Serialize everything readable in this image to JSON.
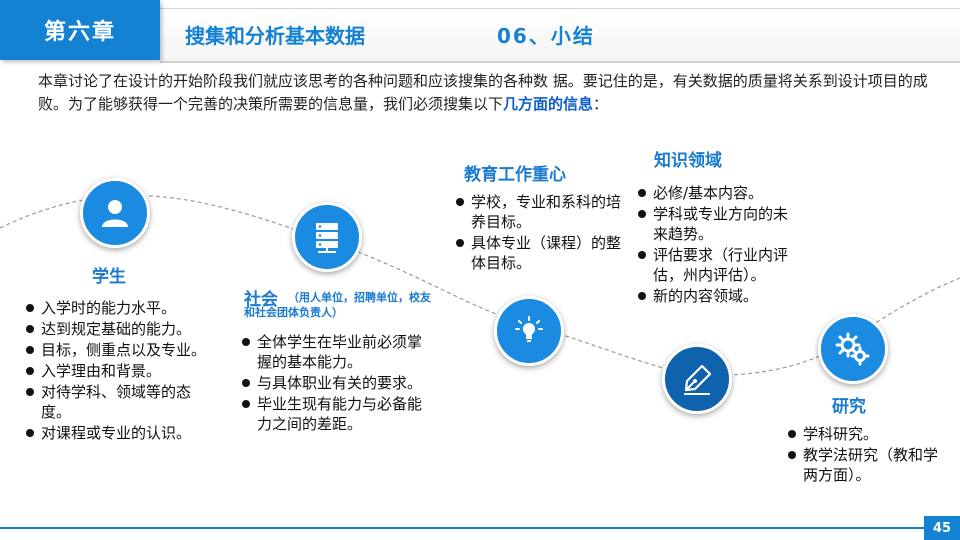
{
  "header": {
    "chapter": "第六章",
    "title": "搜集和分析基本数据",
    "section": "06、小结"
  },
  "intro": {
    "text": "本章讨论了在设计的开始阶段我们就应该思考的各种问题和应该搜集的各种数 据。要记住的是，有关数据的质量将关系到设计项目的成败。为了能够获得一个完善的决策所需要的信息量，我们必须搜集以下",
    "highlight": "几方面的信息",
    "end": "："
  },
  "sections": {
    "student": {
      "icon": "person-icon",
      "title": "学生",
      "items": [
        "入学时的能力水平。",
        "达到规定基础的能力。",
        "目标，侧重点以及专业。",
        "入学理由和背景。",
        "对待学科、领域等的态度。",
        "对课程或专业的认识。"
      ]
    },
    "society": {
      "icon": "server-icon",
      "title": "社会",
      "note": "（用人单位，招聘单位，校友和社会团体负责人）",
      "items": [
        " 全体学生在毕业前必须掌握的基本能力。",
        "与具体职业有关的要求。",
        "毕业生现有能力与必备能力之间的差距。"
      ]
    },
    "education": {
      "icon": "lightbulb-icon",
      "title": "教育工作重心",
      "items": [
        "学校，专业和系科的培养目标。",
        "具体专业（课程）的整体目标。"
      ]
    },
    "knowledge": {
      "icon": "pen-icon",
      "title": "知识领域",
      "items": [
        "必修/基本内容。",
        "学科或专业方向的未来趋势。",
        "评估要求（行业内评估，州内评估）。",
        "新的内容领域。"
      ]
    },
    "research": {
      "icon": "gears-icon",
      "title": "研究",
      "items": [
        "学科研究。",
        "教学法研究（教和学两方面）。"
      ]
    }
  },
  "footer": {
    "page": "45"
  },
  "colors": {
    "accent": "#1482d2",
    "circle": "#1a8be0",
    "circle_dark": "#0f62ac"
  }
}
